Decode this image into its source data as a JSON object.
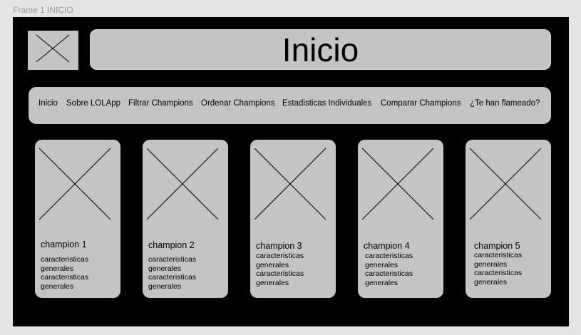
{
  "frame_label": "Frame 1 INICIO",
  "logo": {
    "text": "logo"
  },
  "header": {
    "title": "Inicio"
  },
  "nav": {
    "items": [
      "Inicio",
      "Sobre LOLApp",
      "Filtrar Champions",
      "Ordenar Champions",
      "Estadisticas Individuales",
      "Comparar Champions",
      "¿Te han flameado?"
    ]
  },
  "cards": [
    {
      "name": "champion 1",
      "lines": [
        "caracteristicas",
        "generales",
        "caracteristicas",
        "generales"
      ]
    },
    {
      "name": "champion 2",
      "lines": [
        "caracteristicas",
        "generales",
        "caracteristicas",
        "generales"
      ]
    },
    {
      "name": "champion 3",
      "lines": [
        "caracteristicas",
        "generales",
        "caracteristicas",
        "generales"
      ]
    },
    {
      "name": "champion 4",
      "lines": [
        "caracteristicas",
        "generales",
        "caracteristicas",
        "generales"
      ]
    },
    {
      "name": "champion 5",
      "lines": [
        "caracteristicas",
        "generales",
        "caracteristicas",
        "generales"
      ]
    }
  ],
  "colors": {
    "frame_bg": "#000000",
    "panel_bg": "#c4c4c4",
    "page_bg": "#e5e5e5"
  }
}
